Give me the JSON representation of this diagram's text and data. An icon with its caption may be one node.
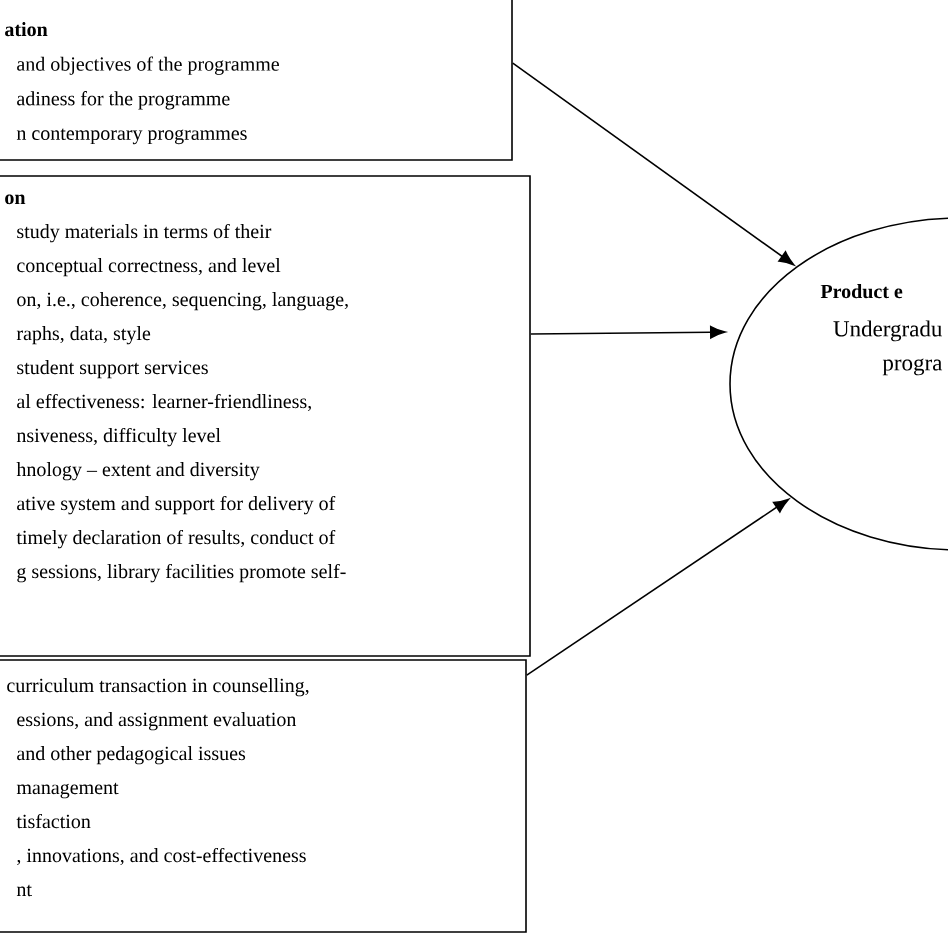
{
  "diagram": {
    "nodes": [
      {
        "text": [
          "ation",
          "and objectives of the programme",
          "adiness for the programme",
          "n contemporary programmes"
        ]
      },
      {
        "text": [
          "on",
          "study materials in terms of their",
          "conceptual correctness, and level",
          "on, i.e., coherence, sequencing, language,",
          "raphs, data, style",
          "student support services",
          "al effectiveness: learner-friendliness,",
          "nsiveness, difficulty level",
          "hnology – extent and diversity",
          "ative system and support for delivery of",
          "timely declaration of results, conduct of",
          "g sessions, library facilities promote self-"
        ]
      },
      {
        "text": [
          "curriculum transaction in counselling,",
          "essions, and assignment evaluation",
          "and other pedagogical issues",
          "management",
          "tisfaction",
          ", innovations, and cost-effectiveness",
          "nt"
        ]
      },
      {
        "text": [
          "Product e",
          "Undergradu progra"
        ]
      }
    ],
    "edges": [
      {
        "from": 0,
        "to": 3,
        "arrow": "to"
      },
      {
        "from": 1,
        "to": 3,
        "arrow": "to"
      },
      {
        "from": 2,
        "to": 3,
        "arrow": "to"
      }
    ]
  }
}
